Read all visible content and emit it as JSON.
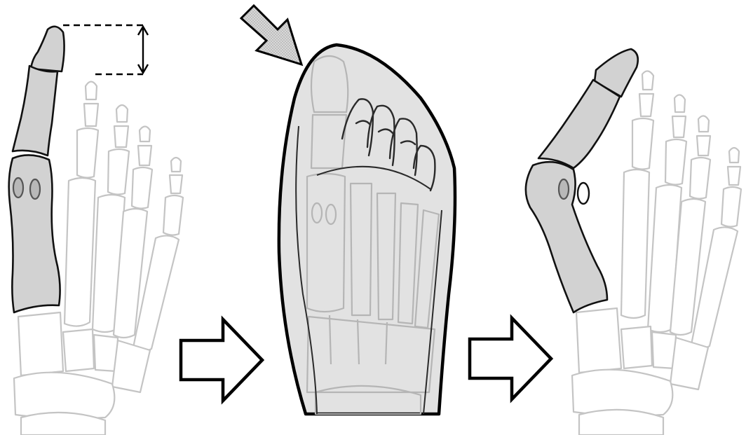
{
  "figure": {
    "panels": [
      {
        "id": "normal-foot",
        "state": "normal alignment, big toe straight"
      },
      {
        "id": "shoe-compression",
        "state": "foot inside pointed shoe, pressure applied on big toe"
      },
      {
        "id": "hallux-valgus-foot",
        "state": "big toe deviated toward lesser toes"
      }
    ],
    "colors": {
      "highlight_bone": "#d2d2d2",
      "faint_bone": "#c4c4c4",
      "outline": "#000000",
      "shoe": "#e2e2e2",
      "pressure_arrow": "#cfcfcf"
    },
    "icons": {
      "transition": "right-arrow-icon",
      "pressure": "pressure-arrow-icon",
      "measurement": "double-headed-arrow-icon"
    }
  }
}
